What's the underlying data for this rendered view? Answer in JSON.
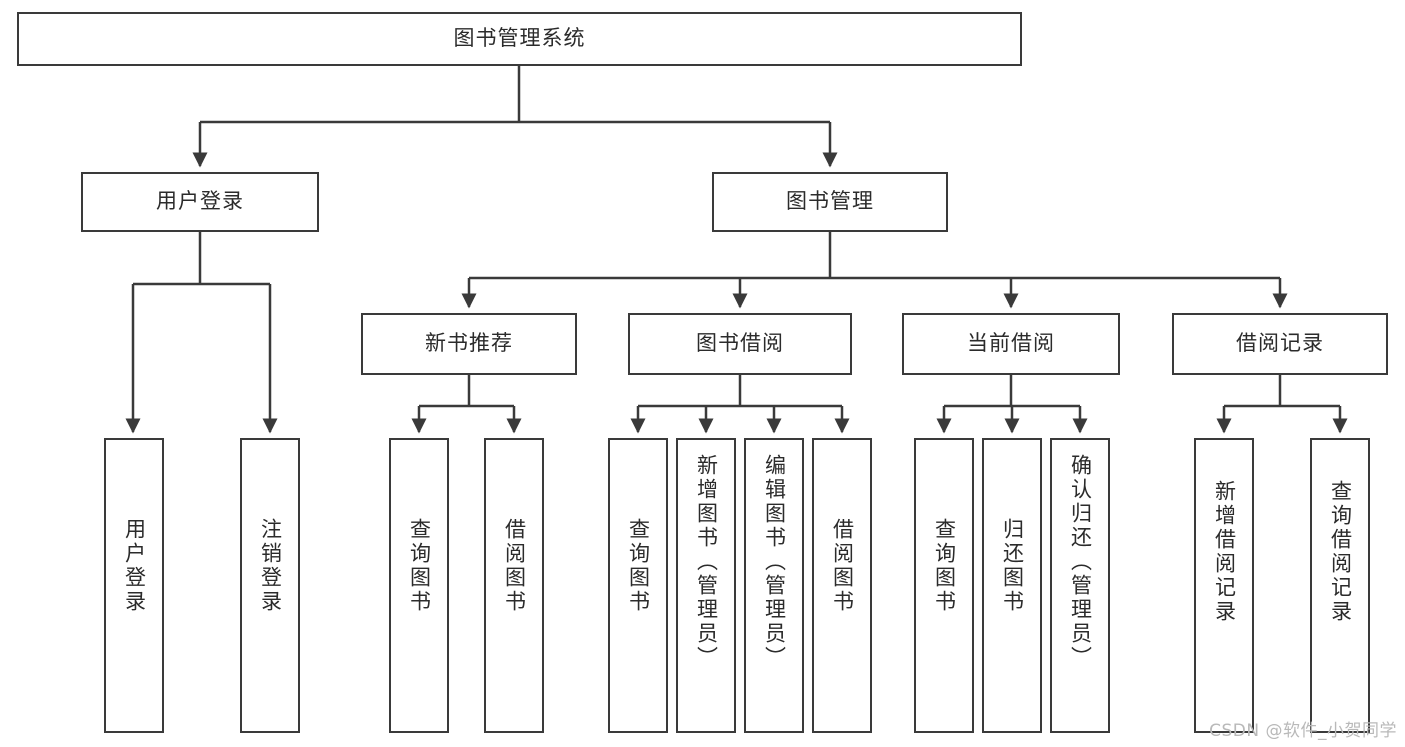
{
  "diagram": {
    "title": "图书管理系统",
    "type": "hierarchy-tree",
    "root": {
      "id": "root",
      "label": "图书管理系统"
    },
    "level2": [
      {
        "id": "user-login",
        "label": "用户登录"
      },
      {
        "id": "book-manage",
        "label": "图书管理"
      }
    ],
    "level3": [
      {
        "id": "new-book-recommend",
        "label": "新书推荐"
      },
      {
        "id": "book-borrow",
        "label": "图书借阅"
      },
      {
        "id": "current-borrow",
        "label": "当前借阅"
      },
      {
        "id": "borrow-record",
        "label": "借阅记录"
      }
    ],
    "leaves": [
      {
        "id": "leaf-user-login",
        "label": "用户登录",
        "parent": "user-login"
      },
      {
        "id": "leaf-logout-login",
        "label": "注销登录",
        "parent": "user-login"
      },
      {
        "id": "leaf-query-book-1",
        "label": "查询图书",
        "parent": "new-book-recommend"
      },
      {
        "id": "leaf-borrow-book-1",
        "label": "借阅图书",
        "parent": "new-book-recommend"
      },
      {
        "id": "leaf-query-book-2",
        "label": "查询图书",
        "parent": "book-borrow"
      },
      {
        "id": "leaf-add-book",
        "label": "新增图书（管理员）",
        "parent": "book-borrow"
      },
      {
        "id": "leaf-edit-book",
        "label": "编辑图书（管理员）",
        "parent": "book-borrow"
      },
      {
        "id": "leaf-borrow-book-2",
        "label": "借阅图书",
        "parent": "book-borrow"
      },
      {
        "id": "leaf-query-book-3",
        "label": "查询图书",
        "parent": "current-borrow"
      },
      {
        "id": "leaf-return-book",
        "label": "归还图书",
        "parent": "current-borrow"
      },
      {
        "id": "leaf-confirm-return",
        "label": "确认归还（管理员）",
        "parent": "current-borrow"
      },
      {
        "id": "leaf-add-record",
        "label": "新增借阅记录",
        "parent": "borrow-record"
      },
      {
        "id": "leaf-query-record",
        "label": "查询借阅记录",
        "parent": "borrow-record"
      }
    ]
  },
  "watermark": {
    "text": "CSDN @软件_小贺同学"
  },
  "colors": {
    "box_border": "#3a3a3a",
    "connector": "#3a3a3a",
    "text": "#2b2b2b",
    "background": "#ffffff",
    "watermark": "#b9b9b9"
  }
}
